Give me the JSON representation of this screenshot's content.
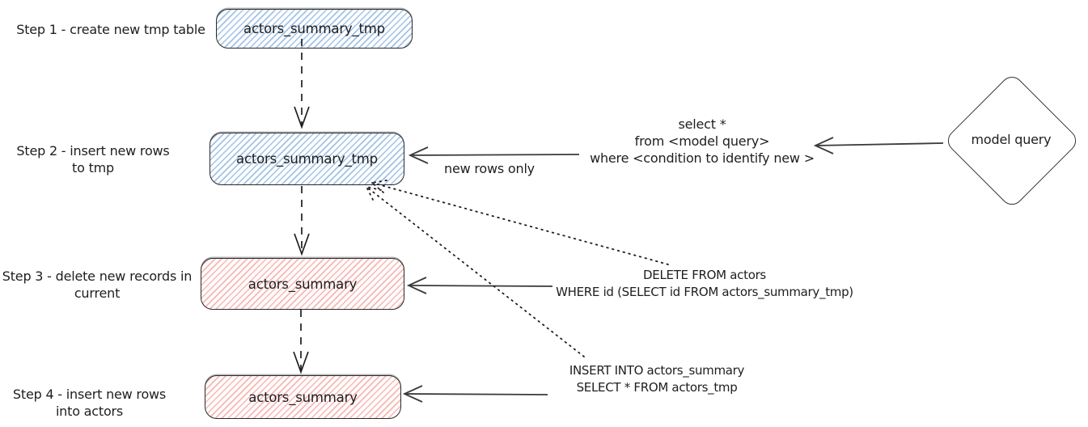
{
  "diagram": {
    "steps": [
      {
        "label": "Step 1 - create new tmp table",
        "label2": "",
        "box": "actors_summary_tmp",
        "color": "blue"
      },
      {
        "label": "Step 2 - insert new rows",
        "label2": "to tmp",
        "box": "actors_summary_tmp",
        "color": "blue"
      },
      {
        "label": "Step 3 - delete new records in",
        "label2": "current",
        "box": "actors_summary",
        "color": "red"
      },
      {
        "label": "Step 4 - insert new rows",
        "label2": "into actors",
        "box": "actors_summary",
        "color": "red"
      }
    ],
    "model_query_node": {
      "label": "model query"
    },
    "query_text": {
      "line1": "select *",
      "line2": "from <model query>",
      "line3": "where <condition to identify new >"
    },
    "new_rows_label": "new rows only",
    "delete_sql": {
      "line1": "DELETE FROM actors",
      "line2": "WHERE id (SELECT id FROM actors_summary_tmp)"
    },
    "insert_sql": {
      "line1": "INSERT INTO actors_summary",
      "line2": "SELECT * FROM actors_tmp"
    },
    "colors": {
      "blue_fill": "#a5c9ea",
      "red_fill": "#f2a6a0",
      "stroke": "#1e1e1e",
      "background": "#ffffff"
    }
  }
}
